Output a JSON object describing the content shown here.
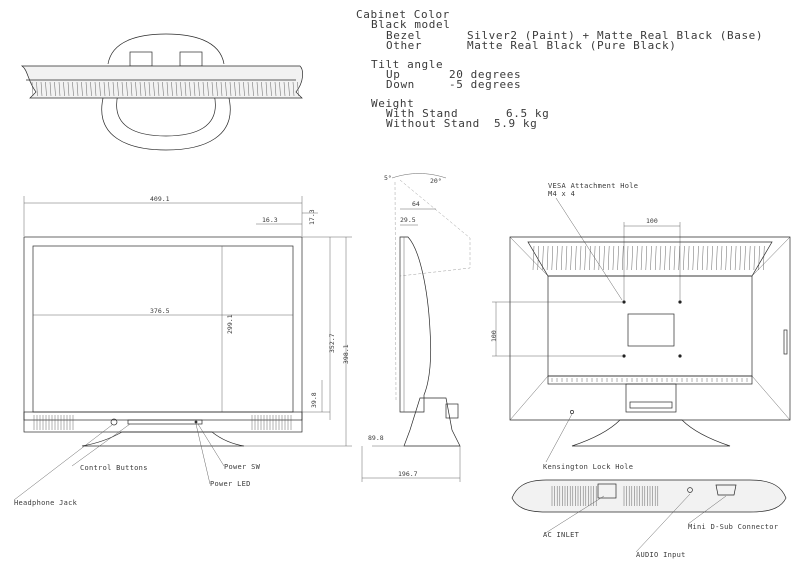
{
  "specs": {
    "cabinet_color": "Cabinet Color",
    "black_model": "Black model",
    "bezel_label": "Bezel",
    "bezel_value": "Silver2 (Paint) + Matte Real Black (Base)",
    "other_label": "Other",
    "other_value": "Matte Real Black (Pure Black)",
    "tilt_angle": "Tilt angle",
    "up_label": "Up",
    "up_value": "20 degrees",
    "down_label": "Down",
    "down_value": "-5 degrees",
    "weight": "Weight",
    "with_stand_label": "With Stand",
    "with_stand_value": "6.5 kg",
    "without_stand_label": "Without Stand",
    "without_stand_value": "5.9 kg"
  },
  "front_dims": {
    "width": "409.1",
    "offset_top": "16.3",
    "bezel_top": "17.3",
    "screen_width": "376.5",
    "screen_height": "299.1",
    "bezel_bottom": "39.8",
    "panel_height": "352.7",
    "total_height": "398.1"
  },
  "side_dims": {
    "tilt_down": "5°",
    "tilt_up": "20°",
    "depth_top": "64",
    "panel_depth": "29.5",
    "base_front": "89.8",
    "base_depth": "196.7"
  },
  "back_dims": {
    "vesa_label": "VESA Attachment Hole",
    "vesa_screws": "M4 x 4",
    "vesa_h": "100",
    "vesa_v": "100"
  },
  "callouts": {
    "control_buttons": "Control Buttons",
    "power_sw": "Power SW",
    "power_led": "Power LED",
    "headphone_jack": "Headphone Jack",
    "kensington": "Kensington Lock Hole",
    "ac_inlet": "AC INLET",
    "audio_input": "AUDIO Input",
    "mini_dsub": "Mini D-Sub Connector"
  }
}
